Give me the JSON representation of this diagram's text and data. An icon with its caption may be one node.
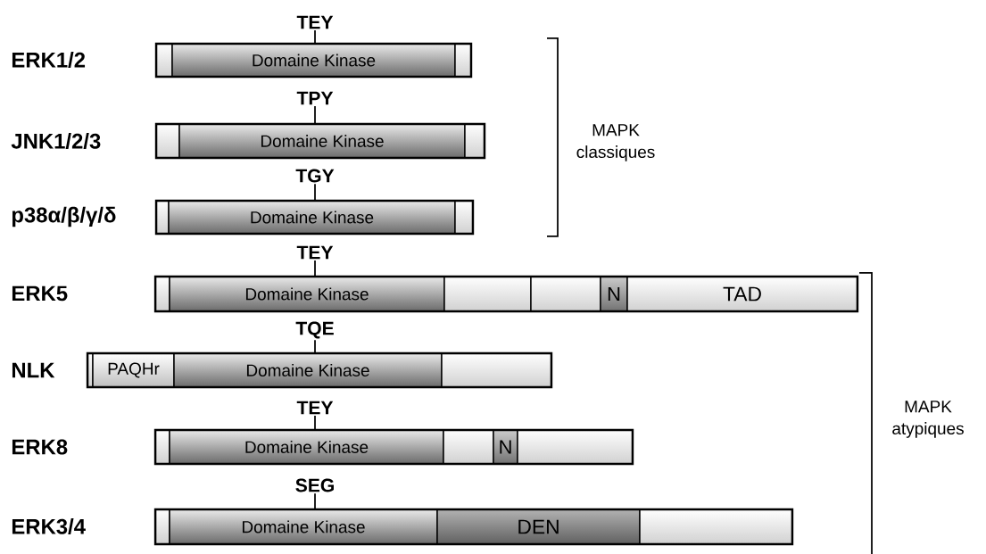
{
  "diagram": {
    "nodes": [
      {
        "text": [
          "TEY"
        ]
      },
      {
        "text": [],
        "shape": "bar"
      },
      {
        "text": [],
        "shape": "box",
        "in": 1
      },
      {
        "text": [
          "Domaine Kinase"
        ],
        "in": 1
      },
      {
        "text": [],
        "shape": "box",
        "in": 1
      },
      {
        "text": [
          "TPY"
        ]
      },
      {
        "text": [],
        "shape": "bar"
      },
      {
        "text": [],
        "shape": "box",
        "in": 6
      },
      {
        "text": [
          "Domaine Kinase"
        ],
        "in": 6
      },
      {
        "text": [],
        "shape": "box",
        "in": 6
      },
      {
        "text": [
          "TGY"
        ]
      },
      {
        "text": [],
        "shape": "bar"
      },
      {
        "text": [],
        "shape": "box",
        "in": 11
      },
      {
        "text": [
          "Domaine Kinase"
        ],
        "in": 11
      },
      {
        "text": [],
        "shape": "box",
        "in": 11
      },
      {
        "text": [
          "TEY"
        ]
      },
      {
        "text": [],
        "shape": "bar"
      },
      {
        "text": [],
        "shape": "box",
        "in": 16
      },
      {
        "text": [
          "Domaine Kinase"
        ],
        "in": 16
      },
      {
        "text": [],
        "shape": "box",
        "in": 16
      },
      {
        "text": [],
        "shape": "box",
        "in": 16
      },
      {
        "text": [
          "N"
        ],
        "in": 16
      },
      {
        "text": [
          "TAD"
        ],
        "in": 16
      },
      {
        "text": [
          "TQE"
        ]
      },
      {
        "text": [],
        "shape": "bar"
      },
      {
        "text": [],
        "shape": "box",
        "in": 24
      },
      {
        "text": [
          "PAQHr"
        ],
        "in": 24
      },
      {
        "text": [
          "Domaine Kinase"
        ],
        "in": 24
      },
      {
        "text": [],
        "shape": "box",
        "in": 24
      },
      {
        "text": [
          "TEY"
        ]
      },
      {
        "text": [],
        "shape": "bar"
      },
      {
        "text": [],
        "shape": "box",
        "in": 30
      },
      {
        "text": [
          "Domaine Kinase"
        ],
        "in": 30
      },
      {
        "text": [],
        "shape": "box",
        "in": 30
      },
      {
        "text": [
          "N"
        ],
        "in": 30
      },
      {
        "text": [],
        "shape": "box",
        "in": 30
      },
      {
        "text": [
          "SEG"
        ]
      },
      {
        "text": [],
        "shape": "bar"
      },
      {
        "text": [],
        "shape": "box",
        "in": 37
      },
      {
        "text": [
          "Domaine Kinase"
        ],
        "in": 37
      },
      {
        "text": [
          "DEN"
        ],
        "in": 37
      },
      {
        "text": [],
        "shape": "box",
        "in": 37
      }
    ],
    "edges": [
      {
        "from": 0,
        "to": 3,
        "arrow": "none"
      },
      {
        "from": 5,
        "to": 8,
        "arrow": "none"
      },
      {
        "from": 10,
        "to": 13,
        "arrow": "none"
      },
      {
        "from": 15,
        "to": 18,
        "arrow": "none"
      },
      {
        "from": 23,
        "to": 27,
        "arrow": "none"
      },
      {
        "from": 29,
        "to": 32,
        "arrow": "none"
      },
      {
        "from": 36,
        "to": 39,
        "arrow": "none"
      }
    ],
    "labels": [
      "ERK1/2",
      "JNK1/2/3",
      "MAPK classiques",
      "p38α/β/γ/δ",
      "ERK5",
      "NLK",
      "MAPK atypiques",
      "ERK8",
      "ERK3/4"
    ]
  }
}
